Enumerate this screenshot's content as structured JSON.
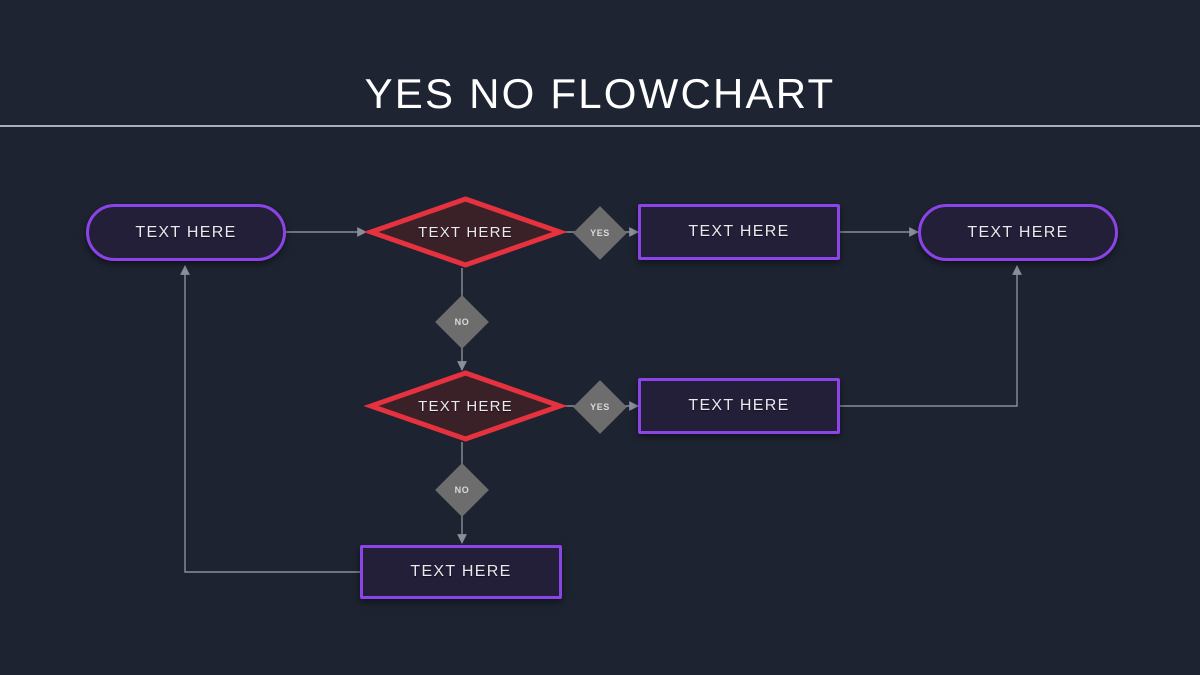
{
  "header": {
    "title": "YES NO FLOWCHART"
  },
  "colors": {
    "background": "#1d2330",
    "header_band": "#1e2431",
    "divider": "#a8b0bb",
    "title_text": "#ffffff",
    "node_fill_purple": "#241f38",
    "node_border_purple": "#8b44e8",
    "decision_fill_red": "#3a2128",
    "decision_border_red": "#e6323f",
    "marker_fill_gray": "#6d6d6d",
    "marker_text": "#d9d9d9",
    "connector_line": "#8a8f99",
    "node_text": "#e9e9ef"
  },
  "flowchart": {
    "type": "flowchart",
    "nodes": [
      {
        "id": "start",
        "shape": "pill",
        "label": "TEXT HERE"
      },
      {
        "id": "decision1",
        "shape": "diamond",
        "label": "TEXT HERE"
      },
      {
        "id": "process1",
        "shape": "rectangle",
        "label": "TEXT HERE"
      },
      {
        "id": "end",
        "shape": "pill",
        "label": "TEXT HERE"
      },
      {
        "id": "decision2",
        "shape": "diamond",
        "label": "TEXT HERE"
      },
      {
        "id": "process2",
        "shape": "rectangle",
        "label": "TEXT HERE"
      },
      {
        "id": "process3",
        "shape": "rectangle",
        "label": "TEXT HERE"
      }
    ],
    "markers": [
      {
        "id": "yes1",
        "label": "YES"
      },
      {
        "id": "no1",
        "label": "NO"
      },
      {
        "id": "yes2",
        "label": "YES"
      },
      {
        "id": "no2",
        "label": "NO"
      }
    ],
    "edges": [
      {
        "from": "start",
        "to": "decision1",
        "label": ""
      },
      {
        "from": "decision1",
        "to": "process1",
        "label": "YES"
      },
      {
        "from": "process1",
        "to": "end",
        "label": ""
      },
      {
        "from": "decision1",
        "to": "decision2",
        "label": "NO"
      },
      {
        "from": "decision2",
        "to": "process2",
        "label": "YES"
      },
      {
        "from": "process2",
        "to": "end",
        "label": ""
      },
      {
        "from": "decision2",
        "to": "process3",
        "label": "NO"
      },
      {
        "from": "process3",
        "to": "start",
        "label": ""
      }
    ]
  }
}
